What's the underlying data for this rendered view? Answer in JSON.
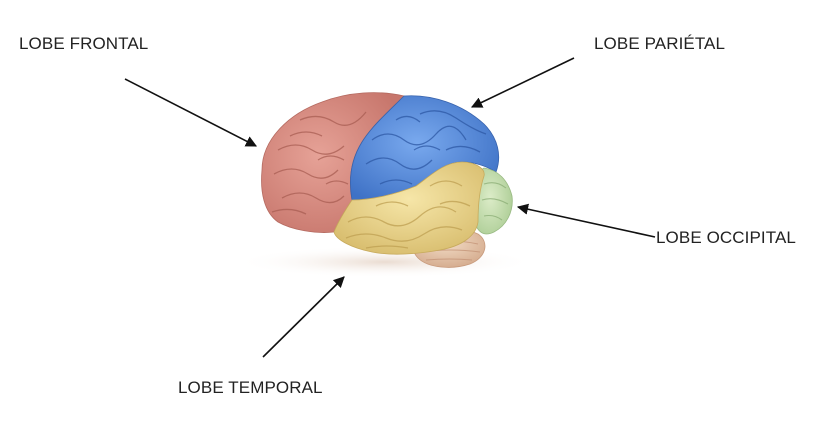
{
  "labels": {
    "frontal": "LOBE FRONTAL",
    "parietal": "LOBE PARIÉTAL",
    "occipital": "LOBE OCCIPITAL",
    "temporal": "LOBE TEMPORAL"
  },
  "colors": {
    "frontal": "#d98f84",
    "parietal": "#5b8fdc",
    "temporal": "#ecd68e",
    "occipital": "#c8e0b3",
    "cerebellum": "#e8c9b0",
    "arrow": "#111111"
  }
}
